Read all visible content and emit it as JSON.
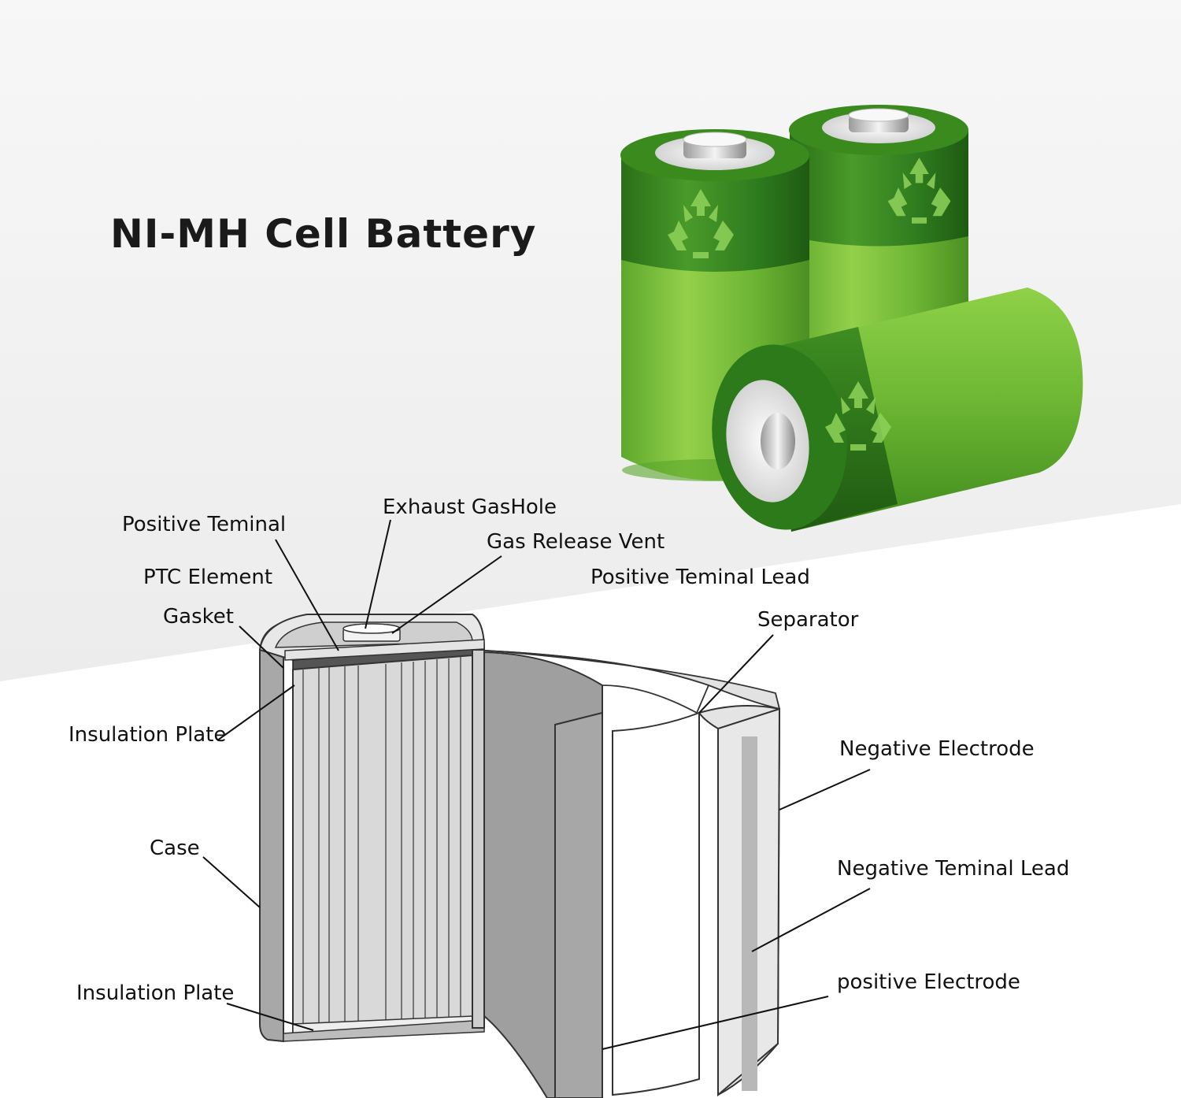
{
  "title": "NI-MH Cell Battery",
  "labels": {
    "positive_terminal": "Positive Teminal",
    "exhaust_gas_hole": "Exhaust GasHole",
    "gas_release_vent": "Gas Release Vent",
    "ptc_element": "PTC Element",
    "positive_terminal_lead": "Positive Teminal Lead",
    "gasket": "Gasket",
    "separator": "Separator",
    "insulation_plate_top": "Insulation Plate",
    "negative_electrode": "Negative Electrode",
    "case": "Case",
    "negative_terminal_lead": "Negative Teminal Lead",
    "insulation_plate_bottom": "Insulation Plate",
    "positive_electrode": "positive Electrode"
  },
  "colors": {
    "battery_green_dark": "#2f7d1f",
    "battery_green_light": "#7cc23a",
    "background_gray": "#efefef",
    "diagram_gray": "#a9a9a9",
    "diagram_dark": "#555555"
  },
  "icons": [
    "recycle-icon"
  ]
}
